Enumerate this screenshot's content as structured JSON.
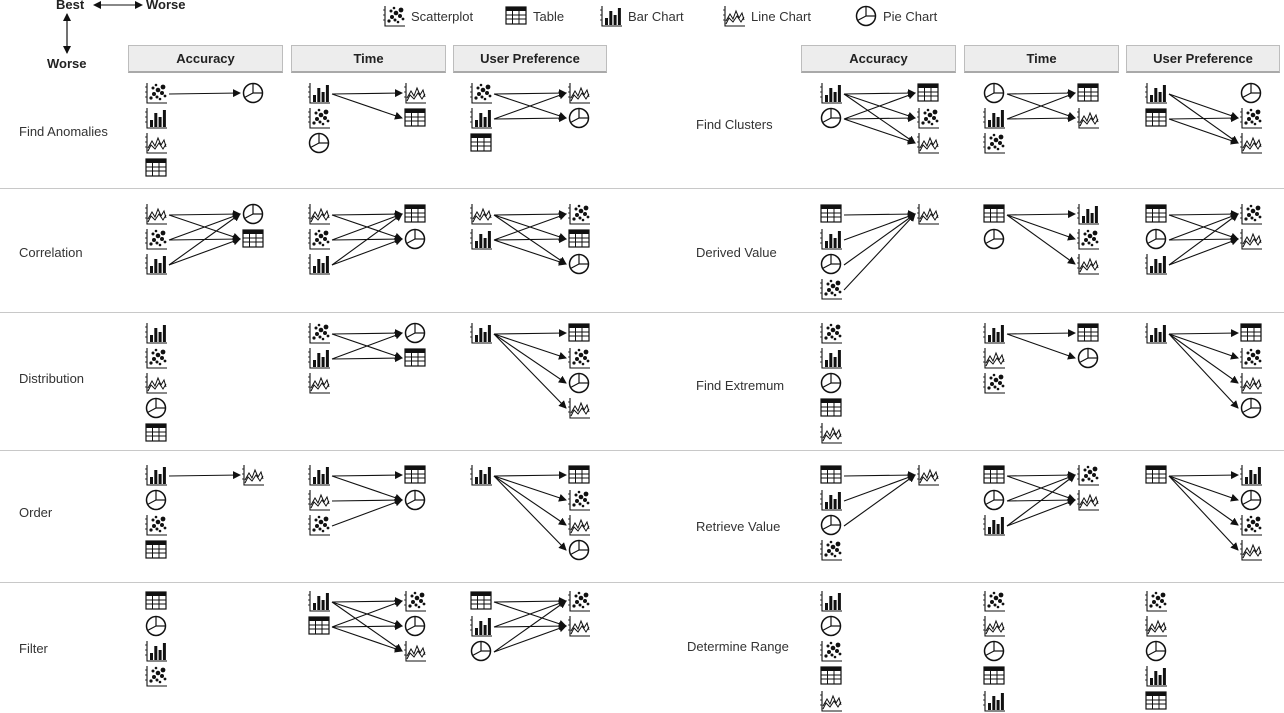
{
  "orientation": {
    "best": "Best",
    "worse_h": "Worse",
    "worse_v": "Worse"
  },
  "legend": [
    {
      "icon": "scatter",
      "label": "Scatterplot"
    },
    {
      "icon": "table",
      "label": "Table"
    },
    {
      "icon": "bar",
      "label": "Bar  Chart"
    },
    {
      "icon": "line",
      "label": "Line Chart"
    },
    {
      "icon": "pie",
      "label": "Pie Chart"
    }
  ],
  "headers": [
    "Accuracy",
    "Time",
    "User Preference",
    "Accuracy",
    "Time",
    "User Preference"
  ],
  "tasks_left": [
    "Find Anomalies",
    "Correlation",
    "Distribution",
    "Order",
    "Filter"
  ],
  "tasks_right": [
    "Find Clusters",
    "Derived Value",
    "Find Extremum",
    "Retrieve Value",
    "Determine Range"
  ],
  "panels": {
    "left": [
      [
        {
          "left": [
            "scatter",
            "bar",
            "line",
            "table"
          ],
          "right": [
            "pie"
          ],
          "edges": [
            [
              0,
              0
            ]
          ]
        },
        {
          "left": [
            "bar",
            "scatter",
            "pie"
          ],
          "right": [
            "line",
            "table"
          ],
          "edges": [
            [
              0,
              0
            ],
            [
              0,
              1
            ]
          ]
        },
        {
          "left": [
            "scatter",
            "bar",
            "table"
          ],
          "right": [
            "line",
            "pie"
          ],
          "edges": [
            [
              0,
              0
            ],
            [
              0,
              1
            ],
            [
              1,
              0
            ],
            [
              1,
              1
            ]
          ]
        }
      ],
      [
        {
          "left": [
            "line",
            "scatter",
            "bar"
          ],
          "right": [
            "pie",
            "table"
          ],
          "edges": [
            [
              0,
              0
            ],
            [
              0,
              1
            ],
            [
              1,
              0
            ],
            [
              1,
              1
            ],
            [
              2,
              0
            ],
            [
              2,
              1
            ]
          ]
        },
        {
          "left": [
            "line",
            "scatter",
            "bar"
          ],
          "right": [
            "table",
            "pie"
          ],
          "edges": [
            [
              0,
              0
            ],
            [
              0,
              1
            ],
            [
              1,
              0
            ],
            [
              1,
              1
            ],
            [
              2,
              0
            ],
            [
              2,
              1
            ]
          ]
        },
        {
          "left": [
            "line",
            "bar"
          ],
          "right": [
            "scatter",
            "table",
            "pie"
          ],
          "edges": [
            [
              0,
              0
            ],
            [
              0,
              1
            ],
            [
              0,
              2
            ],
            [
              1,
              0
            ],
            [
              1,
              1
            ],
            [
              1,
              2
            ]
          ]
        }
      ],
      [
        {
          "left": [
            "bar",
            "scatter",
            "line",
            "pie",
            "table"
          ],
          "right": [],
          "edges": []
        },
        {
          "left": [
            "scatter",
            "bar",
            "line"
          ],
          "right": [
            "pie",
            "table"
          ],
          "edges": [
            [
              0,
              0
            ],
            [
              0,
              1
            ],
            [
              1,
              0
            ],
            [
              1,
              1
            ]
          ]
        },
        {
          "left": [
            "bar"
          ],
          "right": [
            "table",
            "scatter",
            "pie",
            "line"
          ],
          "edges": [
            [
              0,
              0
            ],
            [
              0,
              1
            ],
            [
              0,
              2
            ],
            [
              0,
              3
            ]
          ]
        }
      ],
      [
        {
          "left": [
            "bar",
            "pie",
            "scatter",
            "table"
          ],
          "right": [
            "line"
          ],
          "edges": [
            [
              0,
              0
            ]
          ]
        },
        {
          "left": [
            "bar",
            "line",
            "scatter"
          ],
          "right": [
            "table",
            "pie"
          ],
          "edges": [
            [
              0,
              0
            ],
            [
              0,
              1
            ],
            [
              1,
              1
            ],
            [
              2,
              1
            ]
          ]
        },
        {
          "left": [
            "bar"
          ],
          "right": [
            "table",
            "scatter",
            "line",
            "pie"
          ],
          "edges": [
            [
              0,
              0
            ],
            [
              0,
              1
            ],
            [
              0,
              2
            ],
            [
              0,
              3
            ]
          ]
        }
      ],
      [
        {
          "left": [
            "table",
            "pie",
            "bar",
            "scatter"
          ],
          "right": [],
          "edges": []
        },
        {
          "left": [
            "bar",
            "table"
          ],
          "right": [
            "scatter",
            "pie",
            "line"
          ],
          "edges": [
            [
              0,
              0
            ],
            [
              0,
              1
            ],
            [
              0,
              2
            ],
            [
              1,
              0
            ],
            [
              1,
              1
            ],
            [
              1,
              2
            ]
          ]
        },
        {
          "left": [
            "table",
            "bar",
            "pie"
          ],
          "right": [
            "scatter",
            "line"
          ],
          "edges": [
            [
              0,
              0
            ],
            [
              0,
              1
            ],
            [
              1,
              0
            ],
            [
              1,
              1
            ],
            [
              2,
              0
            ],
            [
              2,
              1
            ]
          ]
        }
      ]
    ],
    "right": [
      [
        {
          "left": [
            "bar",
            "pie"
          ],
          "right": [
            "table",
            "scatter",
            "line"
          ],
          "edges": [
            [
              0,
              0
            ],
            [
              0,
              1
            ],
            [
              0,
              2
            ],
            [
              1,
              0
            ],
            [
              1,
              1
            ],
            [
              1,
              2
            ]
          ]
        },
        {
          "left": [
            "pie",
            "bar",
            "scatter"
          ],
          "right": [
            "table",
            "line"
          ],
          "edges": [
            [
              0,
              0
            ],
            [
              0,
              1
            ],
            [
              1,
              0
            ],
            [
              1,
              1
            ]
          ]
        },
        {
          "left": [
            "bar",
            "table"
          ],
          "right": [
            "pie",
            "scatter",
            "line"
          ],
          "edges": [
            [
              0,
              1
            ],
            [
              0,
              2
            ],
            [
              1,
              1
            ],
            [
              1,
              2
            ]
          ]
        }
      ],
      [
        {
          "left": [
            "table",
            "bar",
            "pie",
            "scatter"
          ],
          "right": [
            "line"
          ],
          "edges": [
            [
              0,
              0
            ],
            [
              1,
              0
            ],
            [
              2,
              0
            ],
            [
              3,
              0
            ]
          ]
        },
        {
          "left": [
            "table",
            "pie"
          ],
          "right": [
            "bar",
            "scatter",
            "line"
          ],
          "edges": [
            [
              0,
              0
            ],
            [
              0,
              1
            ],
            [
              0,
              2
            ]
          ]
        },
        {
          "left": [
            "table",
            "pie",
            "bar"
          ],
          "right": [
            "scatter",
            "line"
          ],
          "edges": [
            [
              0,
              0
            ],
            [
              0,
              1
            ],
            [
              1,
              0
            ],
            [
              1,
              1
            ],
            [
              2,
              0
            ],
            [
              2,
              1
            ]
          ]
        }
      ],
      [
        {
          "left": [
            "scatter",
            "bar",
            "pie",
            "table",
            "line"
          ],
          "right": [],
          "edges": []
        },
        {
          "left": [
            "bar",
            "line",
            "scatter"
          ],
          "right": [
            "table",
            "pie"
          ],
          "edges": [
            [
              0,
              0
            ],
            [
              0,
              1
            ]
          ]
        },
        {
          "left": [
            "bar"
          ],
          "right": [
            "table",
            "scatter",
            "line",
            "pie"
          ],
          "edges": [
            [
              0,
              0
            ],
            [
              0,
              1
            ],
            [
              0,
              2
            ],
            [
              0,
              3
            ]
          ]
        }
      ],
      [
        {
          "left": [
            "table",
            "bar",
            "pie",
            "scatter"
          ],
          "right": [
            "line"
          ],
          "edges": [
            [
              0,
              0
            ],
            [
              1,
              0
            ],
            [
              2,
              0
            ]
          ]
        },
        {
          "left": [
            "table",
            "pie",
            "bar"
          ],
          "right": [
            "scatter",
            "line"
          ],
          "edges": [
            [
              0,
              0
            ],
            [
              0,
              1
            ],
            [
              1,
              0
            ],
            [
              1,
              1
            ],
            [
              2,
              0
            ],
            [
              2,
              1
            ]
          ]
        },
        {
          "left": [
            "table"
          ],
          "right": [
            "bar",
            "pie",
            "scatter",
            "line"
          ],
          "edges": [
            [
              0,
              0
            ],
            [
              0,
              1
            ],
            [
              0,
              2
            ],
            [
              0,
              3
            ]
          ]
        }
      ],
      [
        {
          "left": [
            "bar",
            "pie",
            "scatter",
            "table",
            "line"
          ],
          "right": [],
          "edges": []
        },
        {
          "left": [
            "scatter",
            "line",
            "pie",
            "table",
            "bar"
          ],
          "right": [],
          "edges": []
        },
        {
          "left": [
            "scatter",
            "line",
            "pie",
            "bar",
            "table"
          ],
          "right": [],
          "edges": []
        }
      ]
    ]
  }
}
